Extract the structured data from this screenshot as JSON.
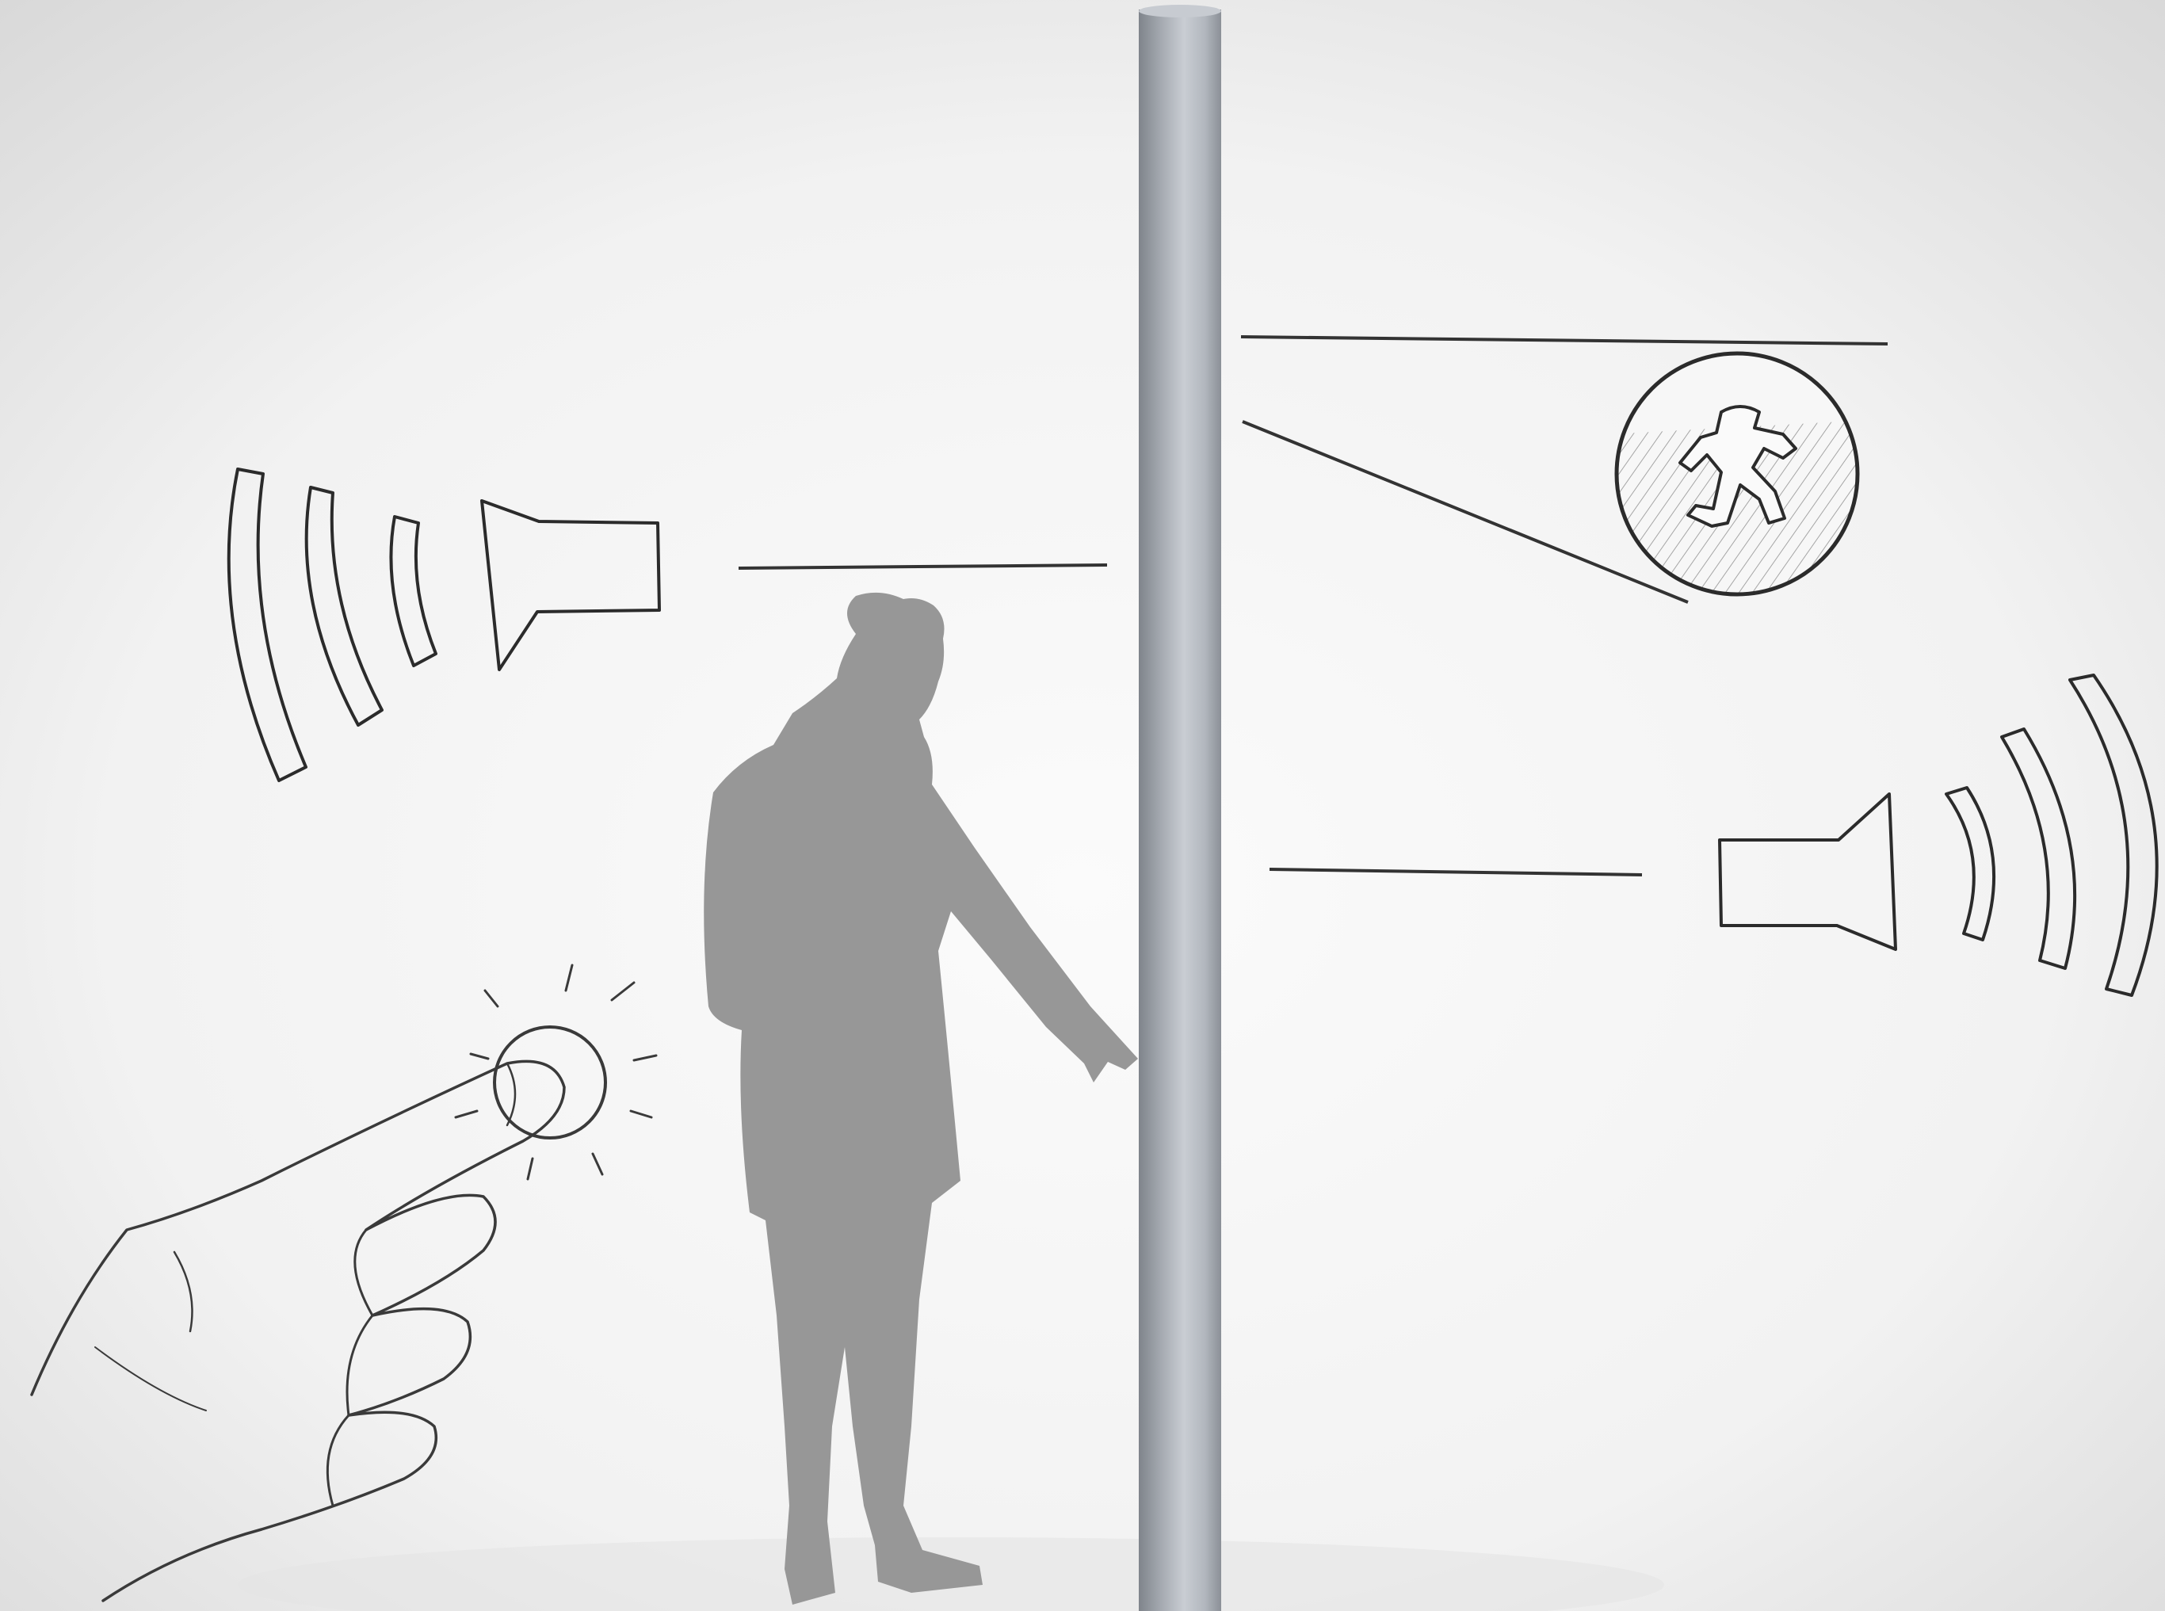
{
  "scene": {
    "background_top": "#dcdcdc",
    "background_center": "#fbfbfb",
    "pole_color": "#a9aeb5",
    "silhouette_color": "#979797",
    "sketch_stroke": "#2b2b2b",
    "elements": [
      {
        "name": "pole",
        "icon": "pole-icon"
      },
      {
        "name": "person-silhouette",
        "icon": "person-icon"
      },
      {
        "name": "pointing-hand-sketch",
        "icon": "hand-pointer-icon"
      },
      {
        "name": "push-button-sketch",
        "icon": "button-icon"
      },
      {
        "name": "speaker-left",
        "icon": "speaker-icon"
      },
      {
        "name": "speaker-right",
        "icon": "speaker-icon"
      },
      {
        "name": "pedestrian-signal-sketch",
        "icon": "walking-figure-icon"
      }
    ]
  }
}
